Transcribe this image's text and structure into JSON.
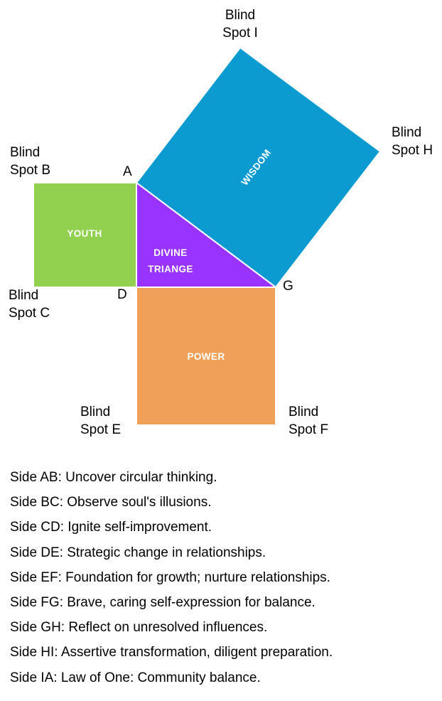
{
  "diagram": {
    "title": "Divine Triangle blind spot diagram",
    "colors": {
      "youth_green": "#92D14F",
      "wisdom_blue": "#0B9BD1",
      "divine_purple": "#9933FF",
      "power_orange": "#F0A157",
      "text_black": "#000000",
      "label_white": "#FFFFFF",
      "background": "#FFFFFF"
    },
    "squares": [
      {
        "id": "youth",
        "label": "YOUTH",
        "fill_key": "youth_green",
        "label_color": "#FFFFFF"
      },
      {
        "id": "wisdom",
        "label": "WISDOM",
        "fill_key": "wisdom_blue",
        "label_color": "#FFFFFF"
      },
      {
        "id": "power",
        "label": "POWER",
        "fill_key": "power_orange",
        "label_color": "#FFFFFF"
      }
    ],
    "triangle": {
      "id": "divine-triangle",
      "label_line1": "DIVINE",
      "label_line2": "TRIANGE",
      "fill_key": "divine_purple",
      "label_color": "#FFFFFF"
    },
    "vertices": [
      {
        "id": "A",
        "label": "A"
      },
      {
        "id": "D",
        "label": "D"
      },
      {
        "id": "G",
        "label": "G"
      }
    ],
    "blind_spots": [
      {
        "id": "I",
        "line1": "Blind",
        "line2": "Spot I"
      },
      {
        "id": "H",
        "line1": "Blind",
        "line2": "Spot H"
      },
      {
        "id": "B",
        "line1": "Blind",
        "line2": "Spot B"
      },
      {
        "id": "C",
        "line1": "Blind",
        "line2": "Spot C"
      },
      {
        "id": "E",
        "line1": "Blind",
        "line2": "Spot E"
      },
      {
        "id": "F",
        "line1": "Blind",
        "line2": "Spot F"
      }
    ]
  },
  "sides": [
    {
      "key": "AB",
      "text": "Side AB: Uncover circular thinking."
    },
    {
      "key": "BC",
      "text": "Side BC: Observe soul's illusions."
    },
    {
      "key": "CD",
      "text": "Side CD: Ignite self-improvement."
    },
    {
      "key": "DE",
      "text": "Side DE: Strategic change in relationships."
    },
    {
      "key": "EF",
      "text": "Side EF: Foundation for growth; nurture relationships."
    },
    {
      "key": "FG",
      "text": "Side FG: Brave, caring self-expression for balance."
    },
    {
      "key": "GH",
      "text": "Side GH: Reflect on unresolved influences."
    },
    {
      "key": "HI",
      "text": "Side HI: Assertive transformation, diligent preparation."
    },
    {
      "key": "IA",
      "text": "Side IA: Law of One: Community balance."
    }
  ]
}
